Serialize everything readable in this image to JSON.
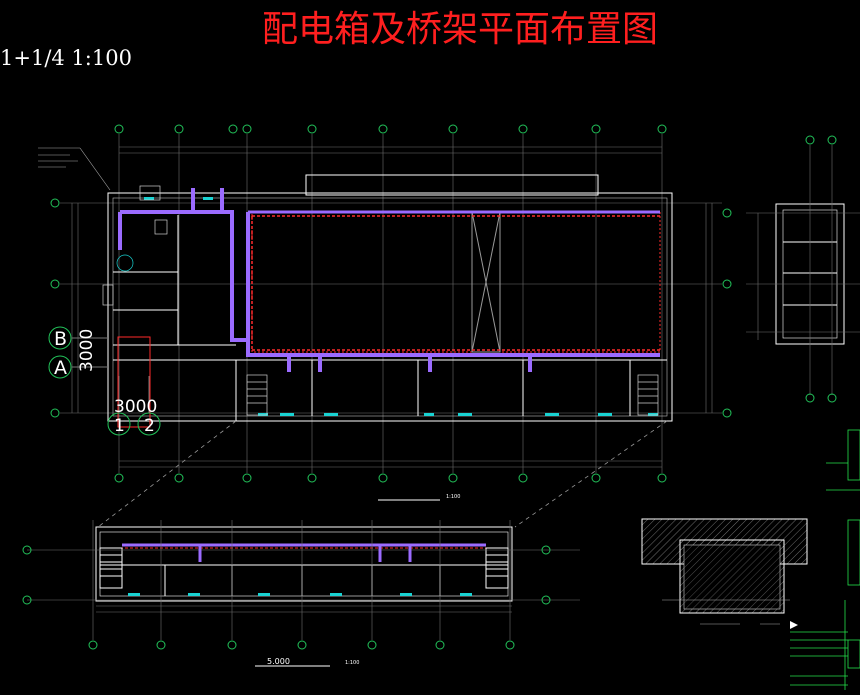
{
  "drawing": {
    "title": "配电箱及桥架平面布置图",
    "scale_label": "1+1/4   1:100",
    "axis_labels": {
      "b": "B",
      "a": "A",
      "dim_vertical": "3000",
      "dim_horizontal": "3000",
      "col_1": "1",
      "col_2": "2"
    },
    "plan_caption_scale": "1:100",
    "second_plan_caption_value": "5.000",
    "second_plan_caption_scale": "1:100"
  },
  "colors": {
    "background": "#000000",
    "title": "#ff1f1f",
    "wall_lines": "#ffffff",
    "grid_lines": "#8a8a8a",
    "axis_bubbles": "#22c35a",
    "cable_tray": "#9b6bff",
    "power_line": "#ff2a2a",
    "fixtures": "#19d3d3",
    "annotations": "#25e04a"
  }
}
